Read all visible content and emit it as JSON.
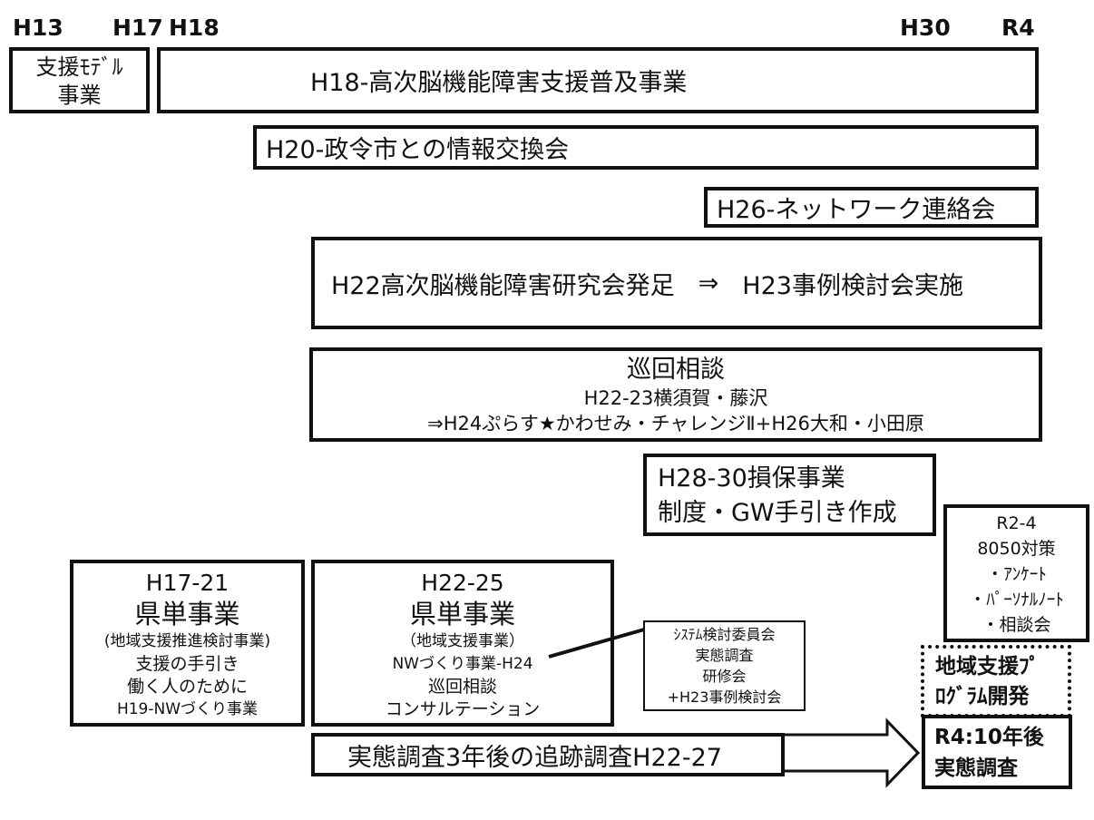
{
  "years": [
    "H13",
    "H17",
    "H18",
    "H30",
    "R4"
  ],
  "box_model": {
    "line1": "支援ﾓﾃﾞﾙ",
    "line2": "事業"
  },
  "box_h18": "H18-高次脳機能障害支援普及事業",
  "box_h20": "H20-政令市との情報交換会",
  "box_h26": "H26-ネットワーク連絡会",
  "box_h22": {
    "left": "H22高次脳機能障害研究会発足",
    "arrow": "⇒",
    "right": "H23事例検討会実施"
  },
  "box_junkai": {
    "title": "巡回相談",
    "line1": "H22-23横須賀・藤沢",
    "line2": "⇒H24ぷらす★かわせみ・チャレンジⅡ+H26大和・小田原"
  },
  "box_h28": {
    "line1": "H28-30損保事業",
    "line2": "制度・GW手引き作成"
  },
  "box_r2": {
    "lines": [
      "R2-4",
      "8050対策",
      "・ｱﾝｹｰﾄ",
      "・ﾊﾟｰｿﾅﾙﾉｰﾄ",
      "・相談会"
    ]
  },
  "box_h17": {
    "lines": [
      "H17-21",
      "県単事業",
      "(地域支援推進検討事業)",
      "支援の手引き",
      "働く人のために",
      "H19-NWづくり事業"
    ]
  },
  "box_h22b": {
    "lines": [
      "H22-25",
      "県単事業",
      "（地域支援事業）",
      "NWづくり事業-H24",
      "巡回相談",
      "コンサルテーション"
    ]
  },
  "box_system": {
    "lines": [
      "ｼｽﾃﾑ検討委員会",
      "実態調査",
      "研修会",
      "+H23事例検討会"
    ]
  },
  "box_program": {
    "lines": [
      "地域支援ﾌﾟ",
      "ﾛｸﾞﾗﾑ開発"
    ]
  },
  "box_followup": "実態調査3年後の追跡調査H22-27",
  "box_r4": {
    "lines": [
      "R4:10年後",
      "実態調査"
    ]
  }
}
